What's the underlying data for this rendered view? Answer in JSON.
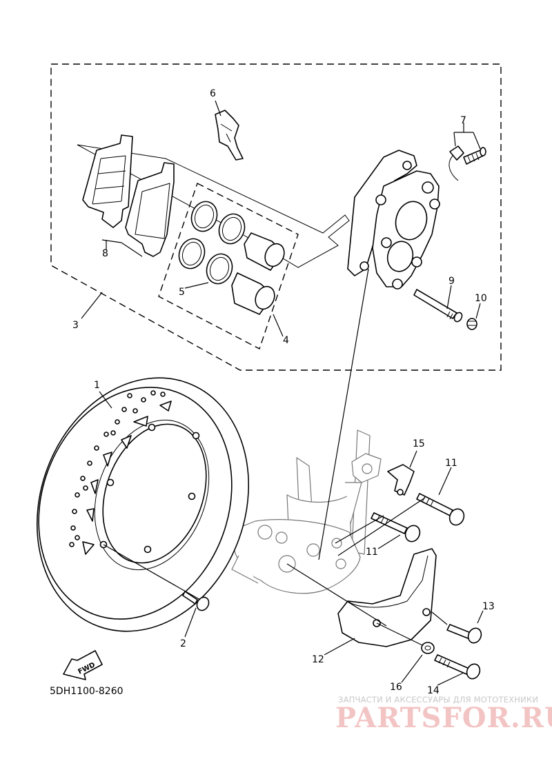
{
  "diagram": {
    "code": "5DH1100-8260",
    "callouts": [
      {
        "id": "c1",
        "label": "1"
      },
      {
        "id": "c2",
        "label": "2"
      },
      {
        "id": "c3",
        "label": "3"
      },
      {
        "id": "c4",
        "label": "4"
      },
      {
        "id": "c5",
        "label": "5"
      },
      {
        "id": "c6",
        "label": "6"
      },
      {
        "id": "c7",
        "label": "7"
      },
      {
        "id": "c8",
        "label": "8"
      },
      {
        "id": "c9",
        "label": "9"
      },
      {
        "id": "c10",
        "label": "10"
      },
      {
        "id": "c11a",
        "label": "11"
      },
      {
        "id": "c11b",
        "label": "11"
      },
      {
        "id": "c12",
        "label": "12"
      },
      {
        "id": "c13",
        "label": "13"
      },
      {
        "id": "c14",
        "label": "14"
      },
      {
        "id": "c15",
        "label": "15"
      },
      {
        "id": "c16",
        "label": "16"
      }
    ],
    "fwd_arrow_label": "FWD"
  },
  "watermark": {
    "caption": "ЗАПЧАСТИ И АКСЕССУАРЫ ДЛЯ МОТОТЕХНИКИ",
    "brand": "PARTSFOR.RU"
  }
}
